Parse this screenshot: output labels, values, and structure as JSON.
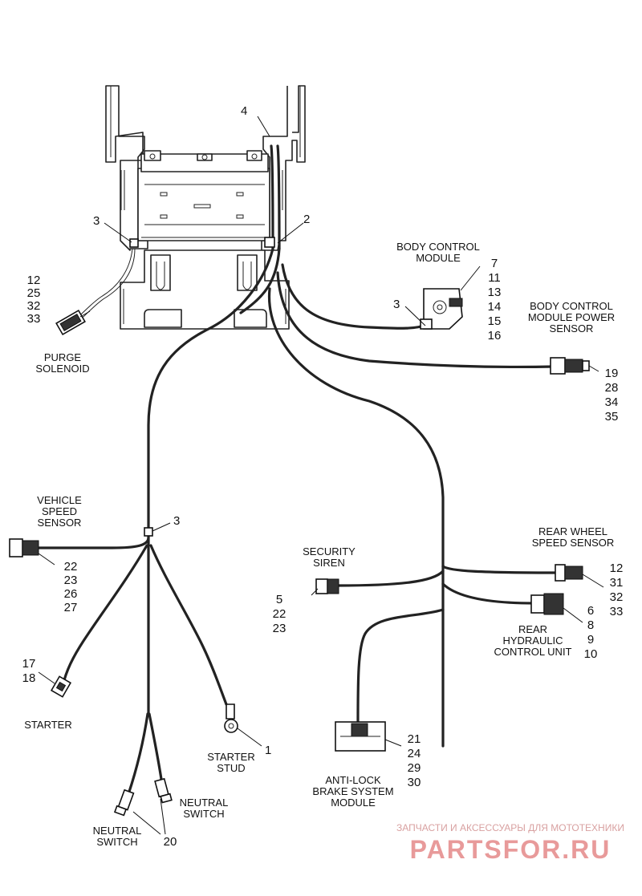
{
  "labels": {
    "body_control_module": [
      "BODY CONTROL",
      "MODULE"
    ],
    "bcm_power_sensor": [
      "BODY CONTROL",
      "MODULE POWER",
      "SENSOR"
    ],
    "purge_solenoid": [
      "PURGE",
      "SOLENOID"
    ],
    "vehicle_speed_sensor": [
      "VEHICLE",
      "SPEED",
      "SENSOR"
    ],
    "security_siren": [
      "SECURITY",
      "SIREN"
    ],
    "rear_wheel_speed_sensor": [
      "REAR WHEEL",
      "SPEED SENSOR"
    ],
    "rear_hydraulic_control_unit": [
      "REAR",
      "HYDRAULIC",
      "CONTROL UNIT"
    ],
    "starter": "STARTER",
    "starter_stud": [
      "STARTER",
      "STUD"
    ],
    "abs_module": [
      "ANTI-LOCK",
      "BRAKE SYSTEM",
      "MODULE"
    ],
    "neutral_switch_right": [
      "NEUTRAL",
      "SWITCH"
    ],
    "neutral_switch_left": [
      "NEUTRAL",
      "SWITCH"
    ]
  },
  "callouts": {
    "frame_top": "4",
    "frame_right_clip": "2",
    "frame_left_clip": "3",
    "bcm_clip": "3",
    "harness_clip": "3",
    "bcm_numbers": [
      "7",
      "11",
      "13",
      "14",
      "15",
      "16"
    ],
    "bcm_power_sensor_numbers": [
      "19",
      "28",
      "34",
      "35"
    ],
    "purge_numbers": [
      "12",
      "25",
      "32",
      "33"
    ],
    "vss_numbers": [
      "22",
      "23",
      "26",
      "27"
    ],
    "siren_numbers": [
      "5",
      "22",
      "23"
    ],
    "rear_wheel_speed_numbers": [
      "12",
      "31",
      "32",
      "33"
    ],
    "rear_hcu_numbers": [
      "6",
      "8",
      "9",
      "10"
    ],
    "starter_numbers": [
      "17",
      "18"
    ],
    "starter_stud_number": "1",
    "abs_numbers": [
      "21",
      "24",
      "29",
      "30"
    ],
    "neutral_switch_number": "20"
  },
  "watermark": {
    "tagline": "ЗАПЧАСТИ И АКСЕССУАРЫ ДЛЯ МОТОТЕХНИКИ",
    "logo": "PARTSFOR.RU",
    "color": "#e89a9a"
  }
}
